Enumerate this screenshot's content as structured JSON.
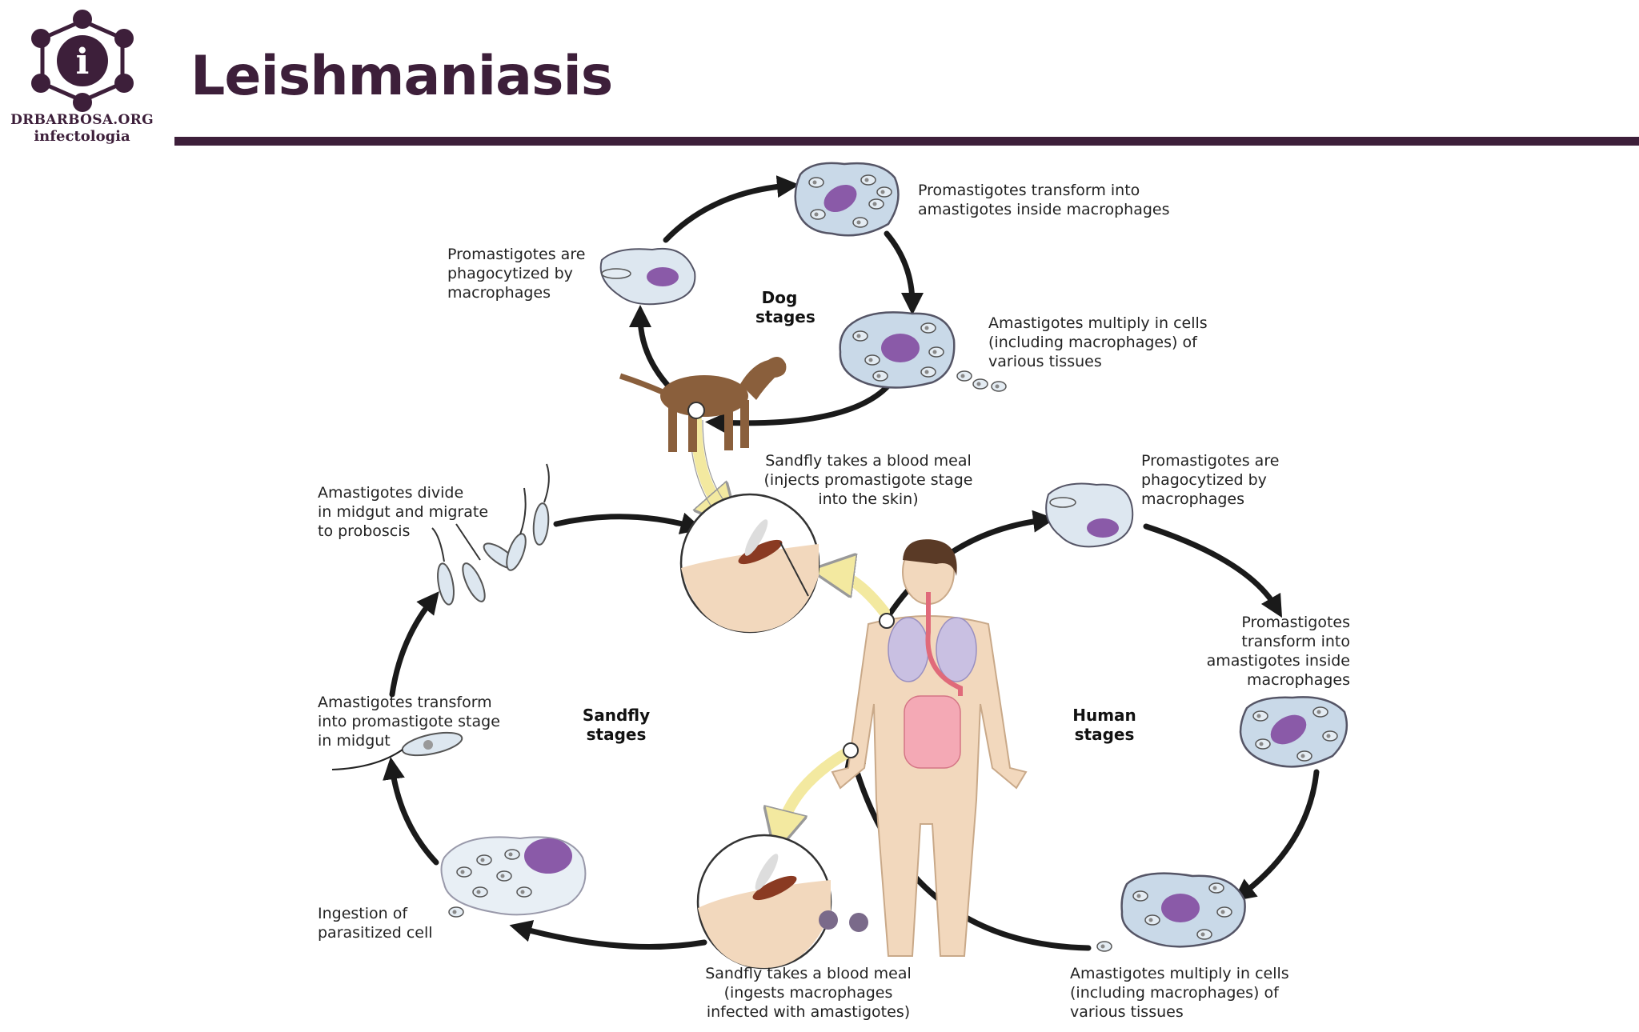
{
  "header": {
    "title": "Leishmaniasis",
    "logo_line1": "DRBARBOSA.ORG",
    "logo_line2": "infectologia",
    "logo_glyph": "i",
    "logo_icon": "info-network-icon"
  },
  "colors": {
    "brand": "#3d1f3a",
    "cell_body": "#c9d9e8",
    "nucleus": "#8a5aa8",
    "arrow": "#1a1a1a",
    "highlight_arrow": "#f3e9a0",
    "skin": "#f2d8bd"
  },
  "diagram": {
    "stages": {
      "dog": "Dog\nstages",
      "sandfly": "Sandfly\nstages",
      "human": "Human\nstages"
    },
    "labels": {
      "dog_transform": "Promastigotes transform into\namastigotes inside macrophages",
      "dog_phagocytized": "Promastigotes are\nphagocytized by\nmacrophages",
      "dog_multiply": "Amastigotes multiply in cells\n(including macrophages) of\nvarious tissues",
      "blood_meal_inject": "Sandfly takes a blood meal\n(injects promastigote stage\ninto the skin)",
      "human_phagocytized": "Promastigotes are\nphagocytized by\nmacrophages",
      "human_transform": "Promastigotes\ntransform into\namastigotes inside\nmacrophages",
      "human_multiply": "Amastigotes multiply in cells\n(including macrophages) of\nvarious tissues",
      "blood_meal_ingest": "Sandfly takes a blood meal\n(ingests macrophages\ninfected with amastigotes)",
      "ingestion": "Ingestion of\nparasitized cell",
      "transform_promastigote": "Amastigotes transform\ninto promastigote stage\nin midgut",
      "divide_migrate": "Amastigotes divide\nin midgut and migrate\nto proboscis"
    }
  }
}
